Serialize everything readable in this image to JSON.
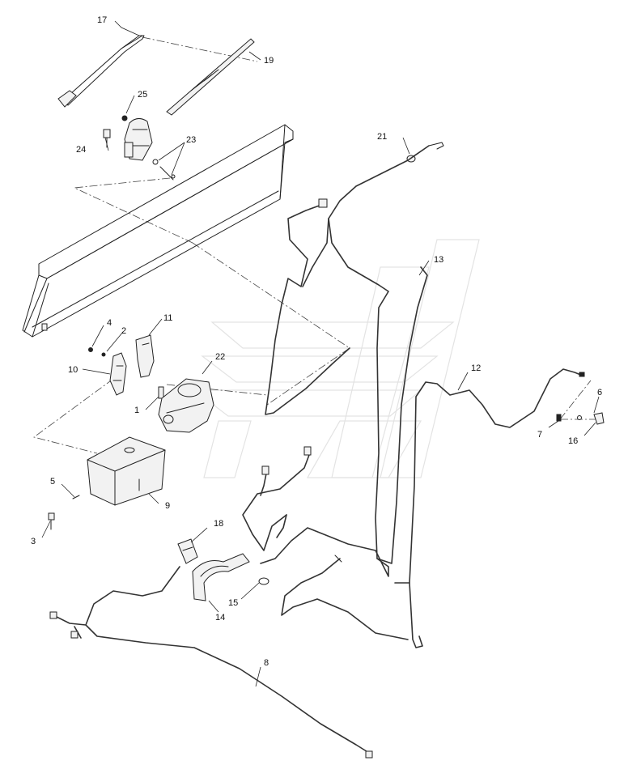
{
  "diagram": {
    "callouts": {
      "c1": "1",
      "c2": "2",
      "c3": "3",
      "c4": "4",
      "c5": "5",
      "c6": "6",
      "c7": "7",
      "c8": "8",
      "c9": "9",
      "c10": "10",
      "c11": "11",
      "c12": "12",
      "c13": "13",
      "c14": "14",
      "c15": "15",
      "c16": "16",
      "c17": "17",
      "c18": "18",
      "c19": "19",
      "c21": "21",
      "c22": "22",
      "c23": "23",
      "c24": "24",
      "c25": "25"
    }
  }
}
